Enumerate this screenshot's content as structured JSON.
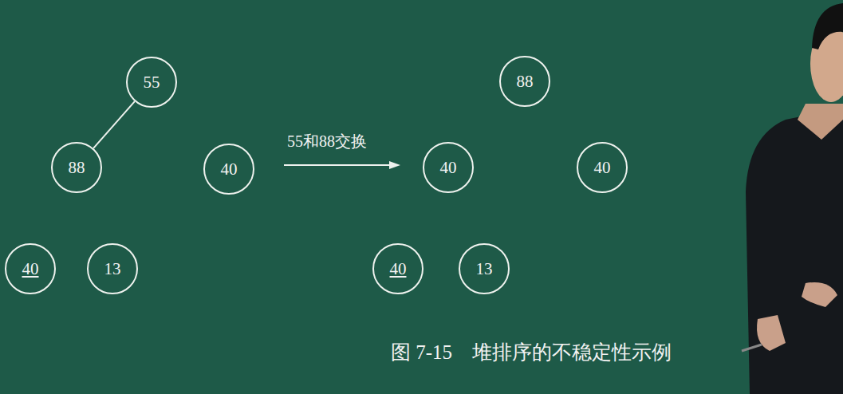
{
  "diagram": {
    "caption": "图 7-15　堆排序的不稳定性示例",
    "nodes": [
      {
        "text": [
          "55"
        ]
      },
      {
        "text": [
          "88"
        ]
      },
      {
        "text": [
          "40"
        ]
      },
      {
        "text": [
          "40"
        ]
      },
      {
        "text": [
          "13"
        ]
      },
      {
        "text": [
          "88"
        ]
      },
      {
        "text": [
          "40"
        ]
      },
      {
        "text": [
          "40"
        ]
      },
      {
        "text": [
          "40"
        ]
      },
      {
        "text": [
          "13"
        ]
      }
    ],
    "edges": [
      {
        "from": 0,
        "to": 1,
        "arrow": "none"
      }
    ],
    "labels": [
      "55和88交换"
    ]
  }
}
